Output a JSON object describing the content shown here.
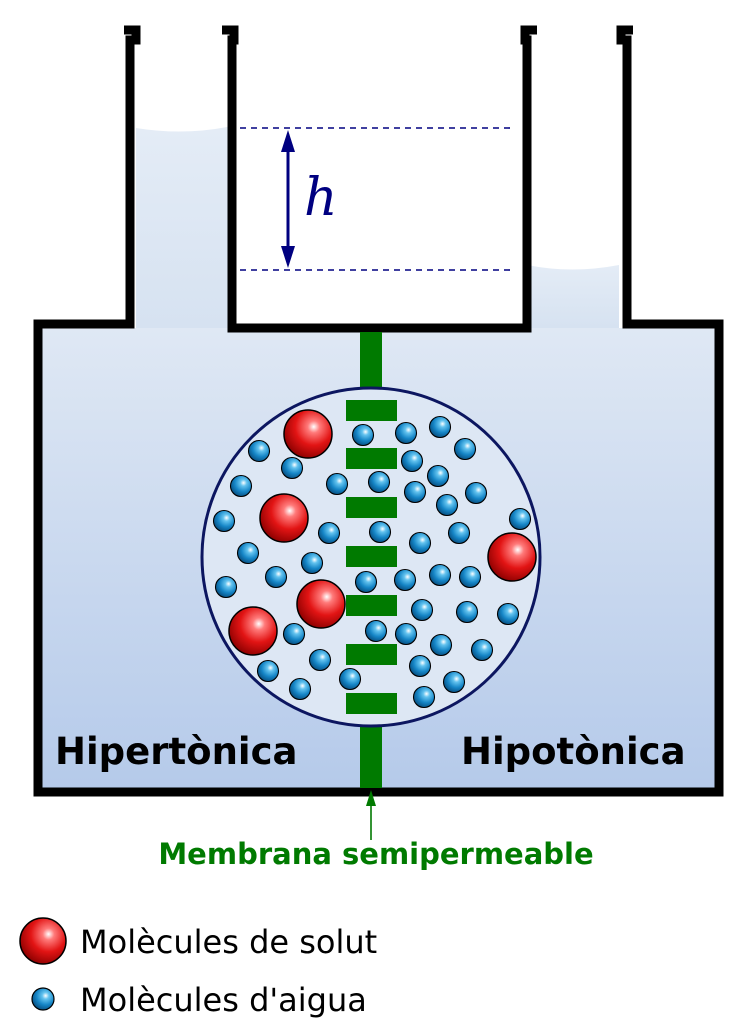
{
  "labels": {
    "left_side": "Hipertònica",
    "right_side": "Hipotònica",
    "membrane": "Membrana semipermeable",
    "height_symbol": "h"
  },
  "legend": {
    "solute": "Molècules de solut",
    "water": "Molècules d'aigua"
  },
  "colors": {
    "outline": "#000000",
    "membrane": "#007a00",
    "height_marker": "#000080",
    "water_top": "#dde7f3",
    "water_bottom": "#b8cdeb",
    "solute": "#e11a1a",
    "water_molecule": "#1a86c8"
  }
}
